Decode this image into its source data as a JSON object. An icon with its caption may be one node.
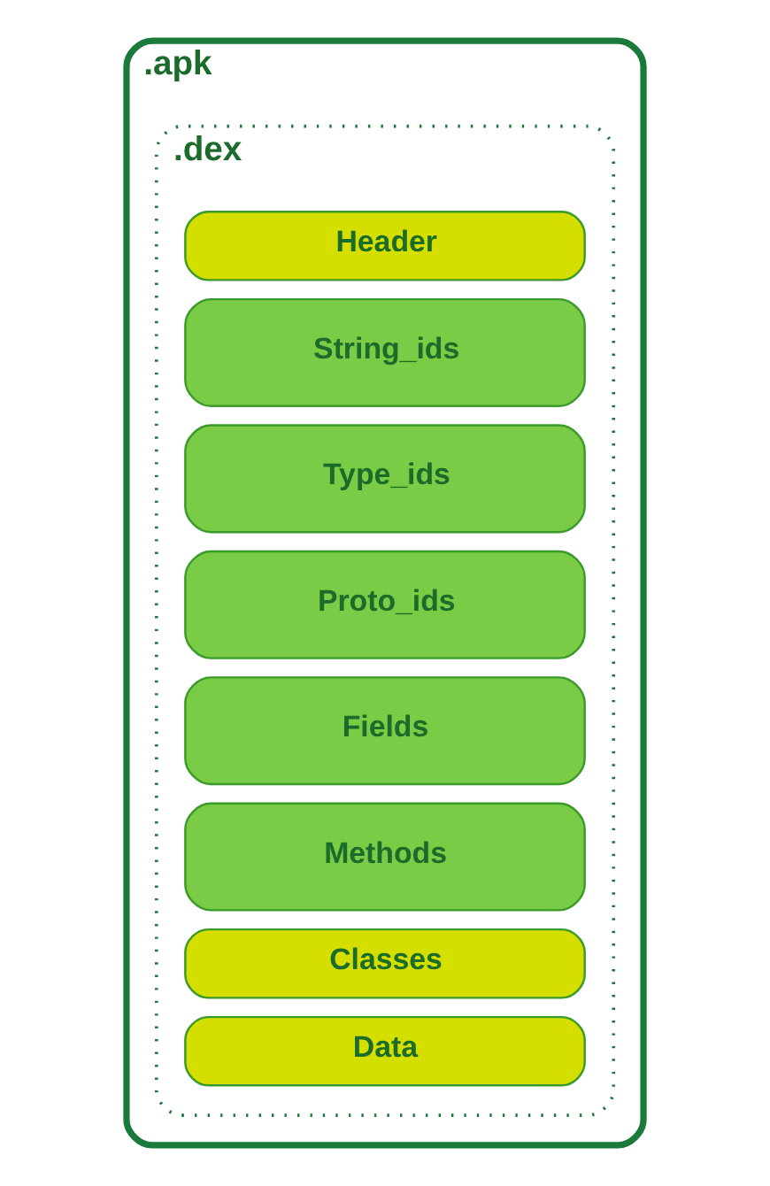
{
  "diagram": {
    "nodes": [
      {
        "text": [
          ".apk"
        ]
      },
      {
        "text": [
          ".dex"
        ],
        "in": 0
      },
      {
        "text": [
          "Header"
        ],
        "in": 1
      },
      {
        "text": [
          "String_ids"
        ],
        "in": 1
      },
      {
        "text": [
          "Type_ids"
        ],
        "in": 1
      },
      {
        "text": [
          "Proto_ids"
        ],
        "in": 1
      },
      {
        "text": [
          "Fields"
        ],
        "in": 1
      },
      {
        "text": [
          "Methods"
        ],
        "in": 1
      },
      {
        "text": [
          "Classes"
        ],
        "in": 1
      },
      {
        "text": [
          "Data"
        ],
        "in": 1
      }
    ]
  }
}
